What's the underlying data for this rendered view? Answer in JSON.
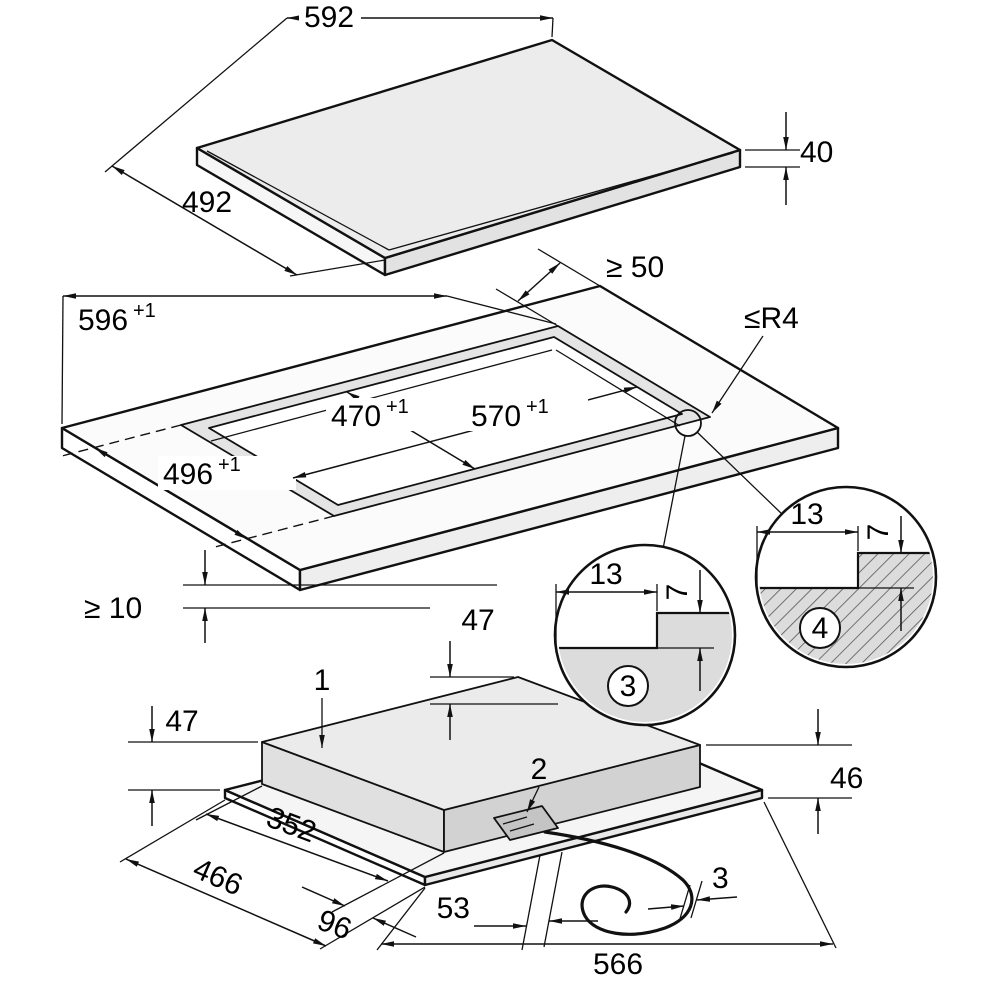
{
  "diagram": {
    "top_view": {
      "width": "592",
      "depth": "492",
      "thickness": "40"
    },
    "cutout_view": {
      "rebate_width": "596",
      "rebate_width_tol": "+1",
      "rebate_depth": "496",
      "rebate_depth_tol": "+1",
      "inner_depth": "470",
      "inner_depth_tol": "+1",
      "inner_width": "570",
      "inner_width_tol": "+1",
      "rear_clearance": "≥ 50",
      "corner_radius": "≤R4",
      "clearance_below": "≥ 10"
    },
    "detail_3": {
      "label": "3",
      "ledge_width": "13",
      "ledge_depth": "7"
    },
    "detail_4": {
      "label": "4",
      "ledge_width": "13",
      "ledge_depth": "7"
    },
    "bottom_view": {
      "callout_hob": "1",
      "callout_mains": "2",
      "height_front": "47",
      "height_rear": "47",
      "height_right": "46",
      "housing_depth": "352",
      "total_depth": "466",
      "front_offset": "96",
      "cable_offset": "53",
      "cable_tol": "3",
      "width": "566"
    }
  }
}
